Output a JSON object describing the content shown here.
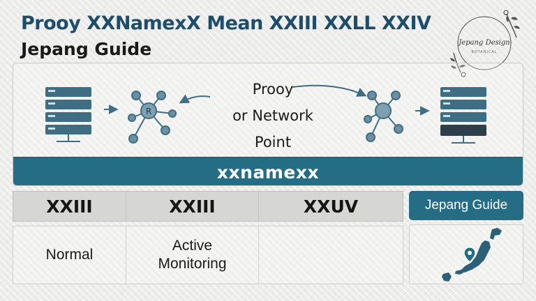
{
  "header": {
    "title": "Prooy XXNamexX Mean XXIII XXLL XXIV",
    "subtitle": "Jepang Guide"
  },
  "logo": {
    "text": "Jepang Design",
    "subtext": "BOTANICAL"
  },
  "diagram": {
    "center_lines": [
      "Prooy",
      "or Network",
      "Point"
    ],
    "band_label": "xxnamexx",
    "node_letter": "R",
    "colors": {
      "accent": "#256d85",
      "icon": "#3f6e84",
      "title": "#1e4d6b"
    },
    "icons": [
      "server-icon",
      "network-node-icon",
      "arrow-right-icon"
    ]
  },
  "table": {
    "headers": [
      "XXIII",
      "XXIII",
      "XXUV"
    ],
    "cells": [
      "Normal",
      "Active\nMonitoring",
      ""
    ]
  },
  "side": {
    "button_label": "Jepang Guide",
    "map_icon": "japan-map-icon",
    "pin_icon": "location-pin-icon"
  }
}
